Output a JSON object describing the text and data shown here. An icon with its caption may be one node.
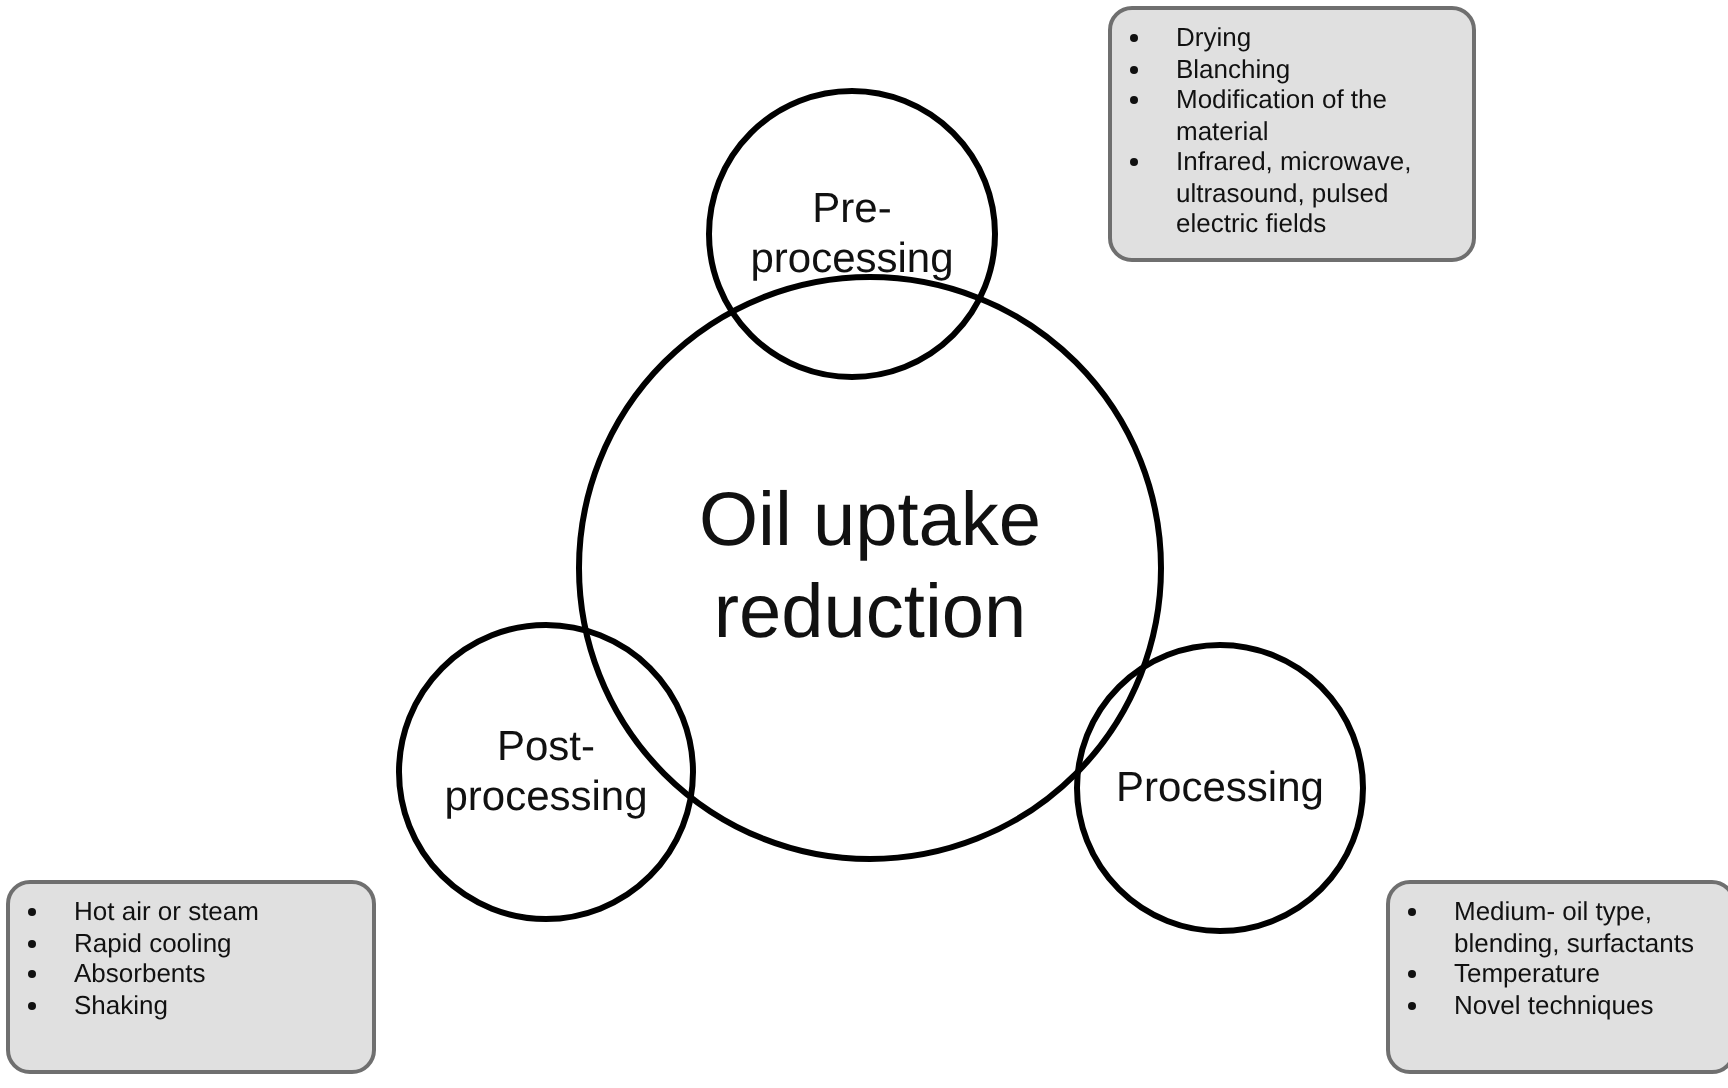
{
  "diagram": {
    "nodes": [
      {
        "text": [
          "Drying",
          "Blanching",
          "Modification of the material",
          "Infrared, microwave, ultrasound, pulsed electric fields"
        ]
      },
      {
        "text": [
          "Pre-processing"
        ]
      },
      {
        "text": [
          "Oil uptake reduction"
        ]
      },
      {
        "text": [
          "Post-processing"
        ]
      },
      {
        "text": [
          "Processing"
        ]
      },
      {
        "text": [
          "Hot air or steam",
          "Rapid cooling",
          "Absorbents",
          "Shaking"
        ]
      },
      {
        "text": [
          "Medium- oil type, blending, surfactants",
          "Temperature",
          "Novel techniques"
        ]
      }
    ]
  }
}
